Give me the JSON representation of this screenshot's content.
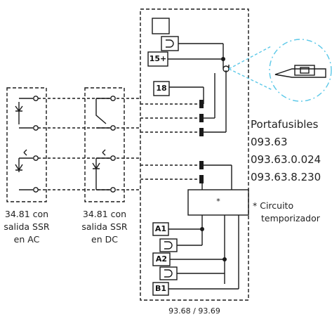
{
  "terminals": {
    "t15": "15+",
    "t18": "18",
    "a1": "A1",
    "a2": "A2",
    "b1": "B1",
    "timer": "*"
  },
  "labels": {
    "ac_module": [
      "34.81 con",
      "salida SSR",
      "en AC"
    ],
    "dc_module": [
      "34.81 con",
      "salida SSR",
      "en DC"
    ],
    "fuse_holder_title": "Portafusibles",
    "fuse_holder_codes": [
      "093.63",
      "093.63.0.024",
      "093.63.8.230"
    ],
    "timer_note": [
      "* Circuito",
      "temporizador"
    ],
    "base_code": "93.68 / 93.69"
  },
  "colors": {
    "line": "#1a1a1a",
    "callout": "#5bc8e8"
  }
}
